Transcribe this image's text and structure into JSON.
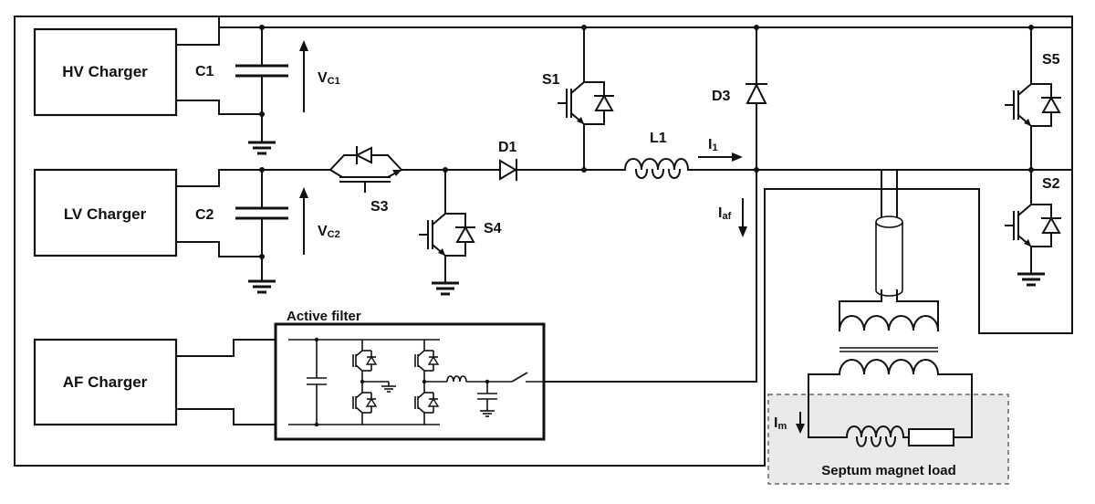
{
  "blocks": {
    "hv_charger": "HV Charger",
    "lv_charger": "LV Charger",
    "af_charger": "AF Charger",
    "active_filter": "Active filter",
    "septum_load": "Septum magnet load"
  },
  "components": {
    "c1": "C1",
    "c2": "C2",
    "s1": "S1",
    "s2": "S2",
    "s3": "S3",
    "s4": "S4",
    "s5": "S5",
    "d1": "D1",
    "d3": "D3",
    "l1": "L1"
  },
  "signals": {
    "vc1_main": "V",
    "vc1_sub": "C1",
    "vc2_main": "V",
    "vc2_sub": "C2",
    "i1_main": "I",
    "i1_sub": "1",
    "iaf_main": "I",
    "iaf_sub": "af",
    "im_main": "I",
    "im_sub": "m"
  }
}
